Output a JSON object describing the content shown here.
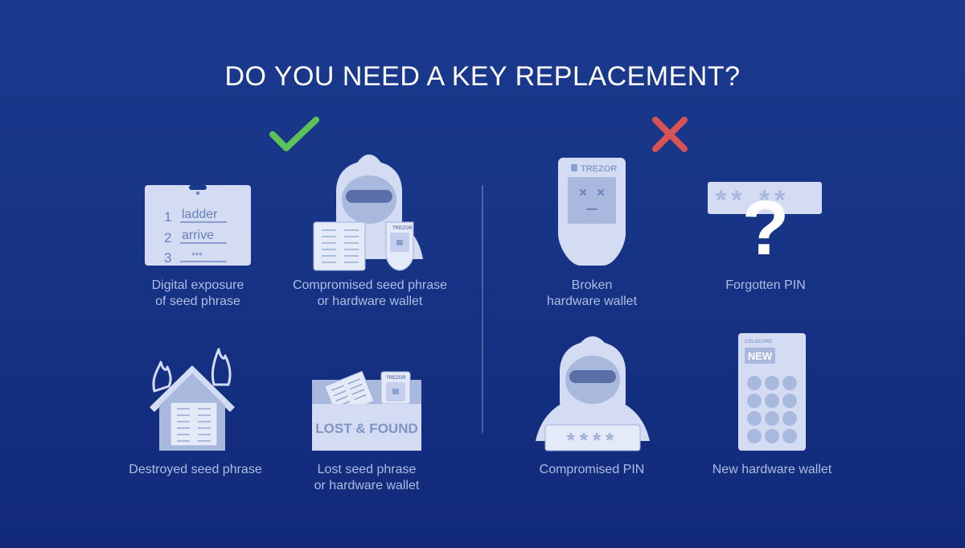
{
  "title": "DO YOU NEED A KEY REPLACEMENT?",
  "colors": {
    "background": "#1b3a8e",
    "icon_fill": "#d3dcf2",
    "icon_shade": "#a9b8dd",
    "caption": "#aebde3",
    "check": "#5cc35b",
    "cross": "#d85454"
  },
  "marks": {
    "yes": "check-icon",
    "no": "cross-icon"
  },
  "yes_items": [
    {
      "icon": "laptop-seed-phrase-icon",
      "caption": "Digital exposure\nof seed phrase",
      "words": [
        "1",
        "ladder",
        "2",
        "arrive",
        "3",
        "•••"
      ]
    },
    {
      "icon": "hooded-thief-icon",
      "caption": "Compromised seed phrase\nor hardware wallet",
      "device_label": "TREZOR"
    },
    {
      "icon": "burning-house-icon",
      "caption": "Destroyed seed phrase"
    },
    {
      "icon": "lost-found-box-icon",
      "caption": "Lost seed phrase\nor hardware wallet",
      "box_label": "LOST & FOUND",
      "device_label": "TREZOR"
    }
  ],
  "no_items": [
    {
      "icon": "broken-device-icon",
      "caption": "Broken\nhardware wallet",
      "device_label": "TREZOR"
    },
    {
      "icon": "forgotten-pin-icon",
      "caption": "Forgotten PIN",
      "pin_mask": "** **"
    },
    {
      "icon": "pin-thief-icon",
      "caption": "Compromised PIN",
      "pin_mask": "****"
    },
    {
      "icon": "new-device-icon",
      "caption": "New hardware wallet",
      "brand": "COLDCARD",
      "badge": "NEW"
    }
  ]
}
